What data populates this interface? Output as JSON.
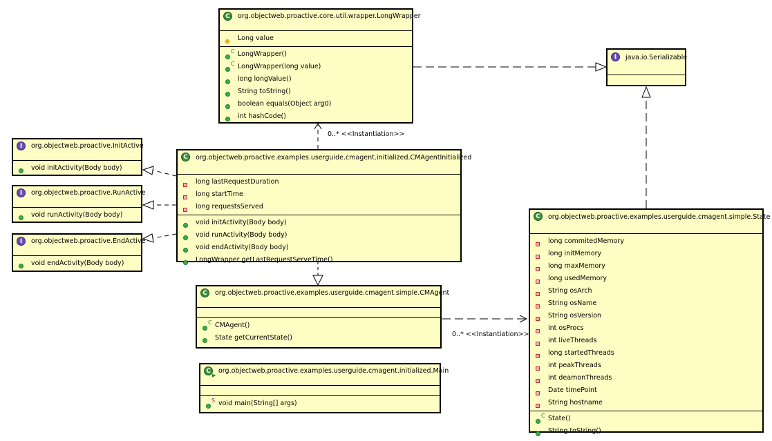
{
  "classes": {
    "longwrapper": {
      "title": "org.objectweb.proactive.core.util.wrapper.LongWrapper",
      "attributes": [
        "Long value"
      ],
      "methods": [
        "LongWrapper()",
        "LongWrapper(long value)",
        "long longValue()",
        "String toString()",
        "boolean equals(Object arg0)",
        "int hashCode()"
      ]
    },
    "serializable": {
      "title": "java.io.Serializable"
    },
    "initactive": {
      "title": "org.objectweb.proactive.InitActive",
      "methods": [
        "void initActivity(Body body)"
      ]
    },
    "runactive": {
      "title": "org.objectweb.proactive.RunActive",
      "methods": [
        "void runActivity(Body body)"
      ]
    },
    "endactive": {
      "title": "org.objectweb.proactive.EndActive",
      "methods": [
        "void endActivity(Body body)"
      ]
    },
    "cmagentinit": {
      "title": "org.objectweb.proactive.examples.userguide.cmagent.initialized.CMAgentInitialized",
      "attributes": [
        "long lastRequestDuration",
        "long startTime",
        "long requestsServed"
      ],
      "methods": [
        "void initActivity(Body body)",
        "void runActivity(Body body)",
        "void endActivity(Body body)",
        "LongWrapper getLastRequestServeTime()"
      ]
    },
    "cmagent": {
      "title": "org.objectweb.proactive.examples.userguide.cmagent.simple.CMAgent",
      "methods": [
        "CMAgent()",
        "State getCurrentState()"
      ]
    },
    "main": {
      "title": "org.objectweb.proactive.examples.userguide.cmagent.initialized.Main",
      "methods": [
        "void main(String[] args)"
      ]
    },
    "state": {
      "title": "org.objectweb.proactive.examples.userguide.cmagent.simple.State",
      "attributes": [
        "long commitedMemory",
        "long initMemory",
        "long maxMemory",
        "long usedMemory",
        "String osArch",
        "String osName",
        "String osVersion",
        "int osProcs",
        "int liveThreads",
        "long startedThreads",
        "int peakThreads",
        "int deamonThreads",
        "Date timePoint",
        "String hostname"
      ],
      "methods": [
        "State()",
        "String toString()"
      ]
    }
  },
  "edge_labels": {
    "instantiation_1": "0..* <<Instantiation>>",
    "instantiation_2": "0..* <<Instantiation>>"
  },
  "colors": {
    "box_fill": "#fdfdc4",
    "class_icon": "#3a8f3a",
    "interface_icon": "#6a4cb3",
    "method_icon": "#38b04a",
    "field_icon": "#c8282c"
  }
}
